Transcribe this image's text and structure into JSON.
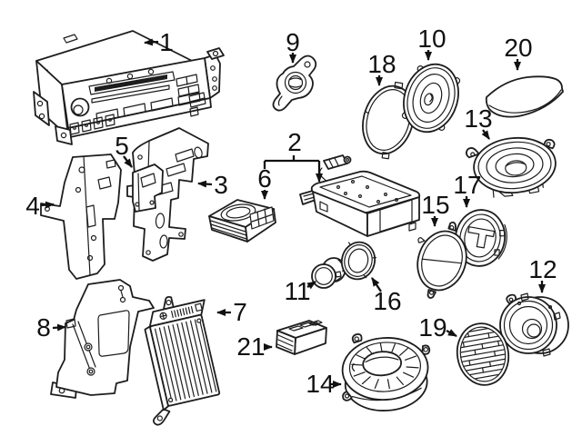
{
  "figure": {
    "type": "exploded-parts-diagram",
    "subject": "car audio system components",
    "background_color": "#ffffff",
    "line_color": "#1d1d1d",
    "label_color": "#111111",
    "callouts": [
      {
        "num": "1",
        "part": "radio-head-unit"
      },
      {
        "num": "2",
        "part": "cd-changer-assembly"
      },
      {
        "num": "3",
        "part": "mounting-bracket-right"
      },
      {
        "num": "4",
        "part": "mounting-bracket-left"
      },
      {
        "num": "5",
        "part": "support-bracket"
      },
      {
        "num": "6",
        "part": "amplifier-module"
      },
      {
        "num": "7",
        "part": "amplifier"
      },
      {
        "num": "8",
        "part": "amplifier-bracket"
      },
      {
        "num": "9",
        "part": "antenna-bracket"
      },
      {
        "num": "10",
        "part": "door-speaker"
      },
      {
        "num": "11",
        "part": "tweeter"
      },
      {
        "num": "12",
        "part": "rear-speaker"
      },
      {
        "num": "13",
        "part": "midrange-speaker"
      },
      {
        "num": "14",
        "part": "subwoofer"
      },
      {
        "num": "15",
        "part": "speaker-adapter-frame"
      },
      {
        "num": "16",
        "part": "tweeter-trim-ring"
      },
      {
        "num": "17",
        "part": "speaker-adapter-ring"
      },
      {
        "num": "18",
        "part": "speaker-trim-ring"
      },
      {
        "num": "19",
        "part": "speaker-grille"
      },
      {
        "num": "20",
        "part": "rear-shelf-cover"
      },
      {
        "num": "21",
        "part": "interface-module"
      }
    ]
  }
}
